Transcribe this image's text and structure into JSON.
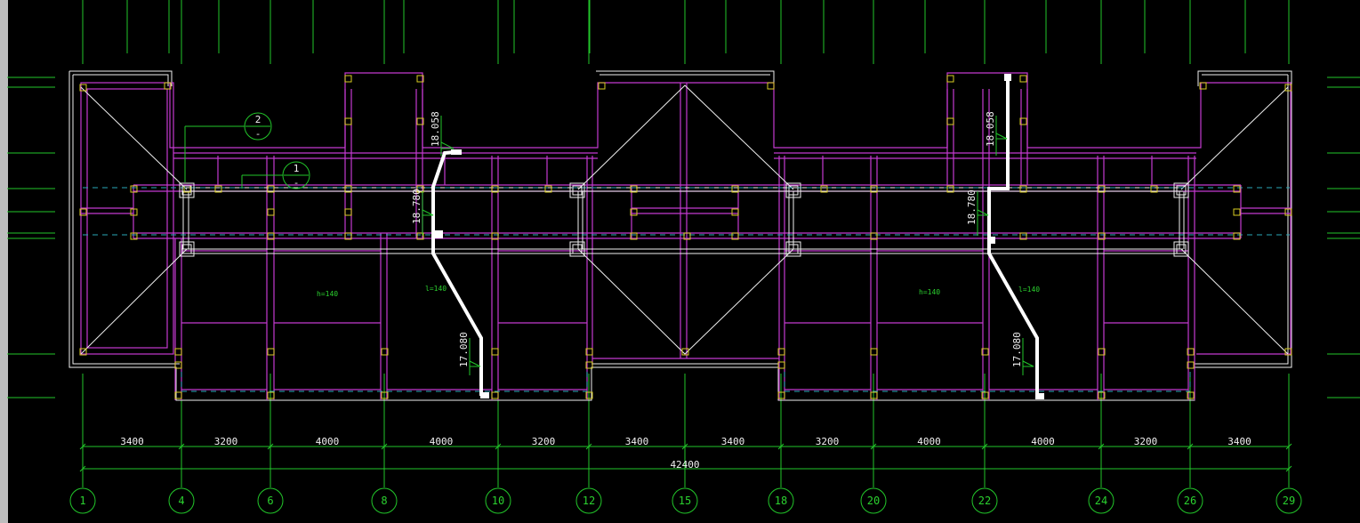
{
  "grid_axes": [
    {
      "label": "1"
    },
    {
      "label": "4"
    },
    {
      "label": "6"
    },
    {
      "label": "8"
    },
    {
      "label": "10"
    },
    {
      "label": "12"
    },
    {
      "label": "15"
    },
    {
      "label": "18"
    },
    {
      "label": "20"
    },
    {
      "label": "22"
    },
    {
      "label": "24"
    },
    {
      "label": "26"
    },
    {
      "label": "29"
    }
  ],
  "spans": [
    "3400",
    "3200",
    "4000",
    "4000",
    "3200",
    "3400",
    "3400",
    "3200",
    "4000",
    "4000",
    "3200",
    "3400"
  ],
  "total_length": "42400",
  "elevations": {
    "left_top": "18.058",
    "left_mid": "18.780",
    "left_low": "17.080",
    "right_top": "18.058",
    "right_mid": "18.780",
    "right_low": "17.080"
  },
  "thickness_labels": {
    "left_h": "h=140",
    "left_l": "l=140",
    "right_h": "h=140",
    "right_l": "l=140"
  },
  "section_markers": [
    {
      "number": "2",
      "sub": "-"
    },
    {
      "number": "1",
      "sub": "-"
    }
  ],
  "colors": {
    "background": "#000000",
    "grid": "#22c62a",
    "beam": "#c43ad0",
    "outline": "#f0f0f0",
    "column": "#d8cc22",
    "hidden": "#2aa7b8"
  }
}
